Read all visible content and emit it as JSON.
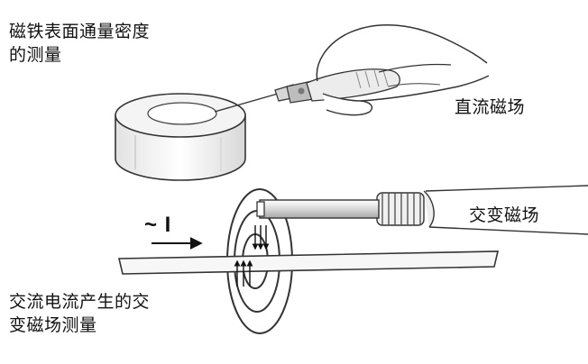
{
  "labels": {
    "surface_flux_line1": "磁铁表面通量密度",
    "surface_flux_line2": "的测量",
    "dc_field": "直流磁场",
    "ac_field": "交变磁场",
    "ac_current_line1": "交流电流产生的交",
    "ac_current_line2": "变磁场测量"
  },
  "current_symbol": "~ I",
  "icons": {
    "probe_hand": "hand-holding-probe",
    "magnet": "ring-magnet",
    "coil_probe": "coil-probe",
    "conductor": "conductor-bar",
    "field_rings": "concentric-field-lines",
    "current_arrow": "right-arrow"
  },
  "colors": {
    "ink": "#111111",
    "outline": "#333333",
    "probe_shade": "#cccccc"
  }
}
